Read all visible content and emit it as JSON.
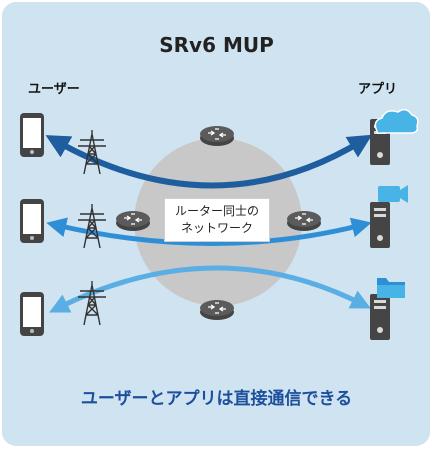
{
  "title": "SRv6 MUP",
  "users_label": "ユーザー",
  "apps_label": "アプリ",
  "center_label_line1": "ルーター同士の",
  "center_label_line2": "ネットワーク",
  "caption": "ユーザーとアプリは直接通信できる",
  "colors": {
    "panel_bg": "#cfe3f1",
    "network_circle": "#c8c8c8",
    "arrow_dark": "#1e5d9e",
    "arrow_mid": "#2f8fd6",
    "arrow_light": "#5aaee3",
    "caption": "#1c4f9c",
    "device": "#454545",
    "cloud": "#48b4e6"
  },
  "icons": [
    "smartphone-icon",
    "transmission-tower-icon",
    "router-icon",
    "server-icon",
    "cloud-icon",
    "camera-icon",
    "folder-icon"
  ]
}
